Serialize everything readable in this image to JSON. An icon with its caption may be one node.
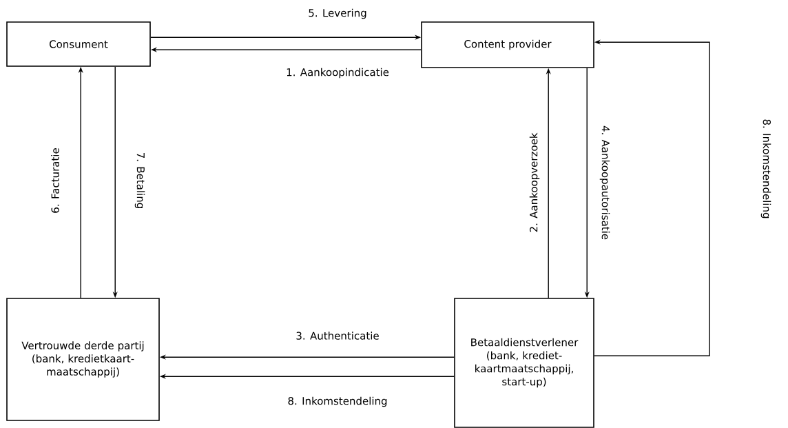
{
  "diagram": {
    "nodes": [
      {
        "text": [
          "Consument"
        ]
      },
      {
        "text": [
          "Content provider"
        ]
      },
      {
        "text": [
          "Vertrouwde derde partij (bank, kredietkaart-maatschappij)"
        ]
      },
      {
        "text": [
          "Betaaldienstverlener (bank, krediet-kaartmaatschappij, start-up)"
        ]
      }
    ],
    "edges": [
      {
        "from": 0,
        "to": 1,
        "arrow": "to",
        "label": "5. Levering"
      },
      {
        "from": 1,
        "to": 0,
        "arrow": "to",
        "label": "1. Aankoopindicatie"
      },
      {
        "from": 2,
        "to": 0,
        "arrow": "to",
        "label": "6. Facturatie"
      },
      {
        "from": 0,
        "to": 2,
        "arrow": "to",
        "label": "7. Betaling"
      },
      {
        "from": 3,
        "to": 1,
        "arrow": "to",
        "label": "2. Aankoopverzoek"
      },
      {
        "from": 1,
        "to": 3,
        "arrow": "to",
        "label": "4. Aankoopautorisatie"
      },
      {
        "from": 3,
        "to": 2,
        "arrow": "to",
        "label": "3. Authenticatie"
      },
      {
        "from": 3,
        "to": 2,
        "arrow": "to",
        "label": "8. Inkomstendeling"
      },
      {
        "from": 3,
        "to": 1,
        "arrow": "to",
        "label": "8. Inkomstendeling"
      }
    ]
  }
}
